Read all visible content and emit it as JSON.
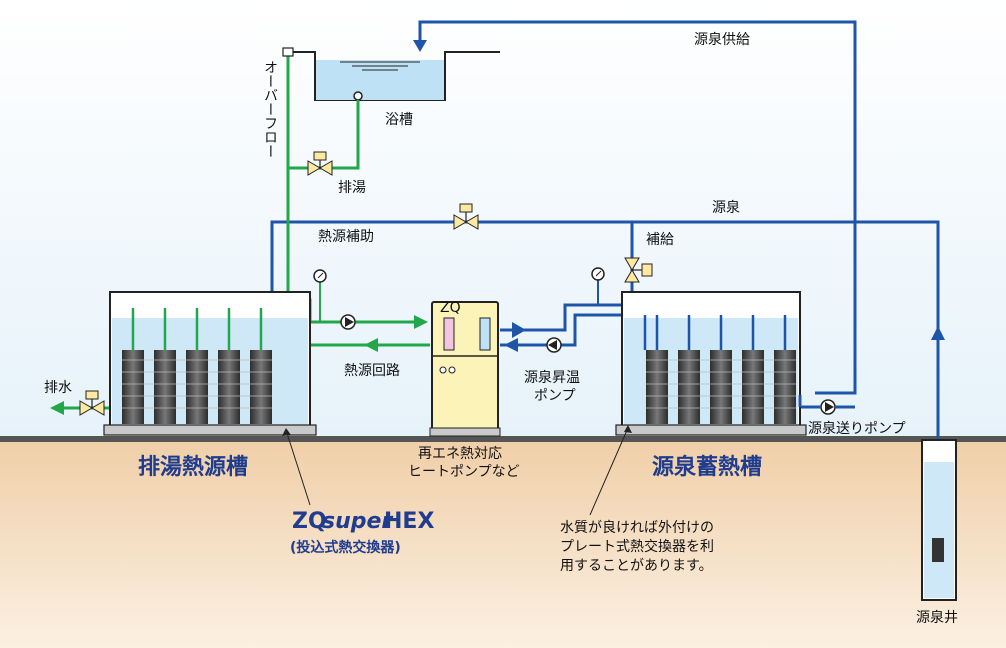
{
  "labels": {
    "gensen_kyokyu": "源泉供給",
    "overflow": "オーバーフロー",
    "yokuso": "浴槽",
    "haito": "排湯",
    "gensen": "源泉",
    "netsugen_hojo": "熱源補助",
    "hokyu": "補給",
    "haisui": "排水",
    "netsugen_kairo": "熱源回路",
    "gensen_shoon_pump_1": "源泉昇温",
    "gensen_shoon_pump_2": "ポンプ",
    "gensen_okuri_pump": "源泉送りポンプ",
    "heatpump_1": "再エネ熱対応",
    "heatpump_2": "ヒートポンプなど",
    "tank_left": "排湯熱源槽",
    "tank_right": "源泉蓄熱槽",
    "brand_zq": "ZQ",
    "brand_super": "super",
    "brand_hex": "HEX",
    "brand_sub": "(投込式熱交換器)",
    "note_1": "水質が良ければ外付けの",
    "note_2": "プレート式熱交換器を利",
    "note_3": "用することがあります。",
    "gensen_i": "源泉井",
    "hp_logo": "ZQ"
  },
  "colors": {
    "green_pipe": "#22a84a",
    "blue_pipe": "#1f55a8",
    "ground": "#f3d7b6",
    "sky": "#eaf4fb",
    "water": "#cfe8f7",
    "title_blue": "#1f3c8f"
  }
}
